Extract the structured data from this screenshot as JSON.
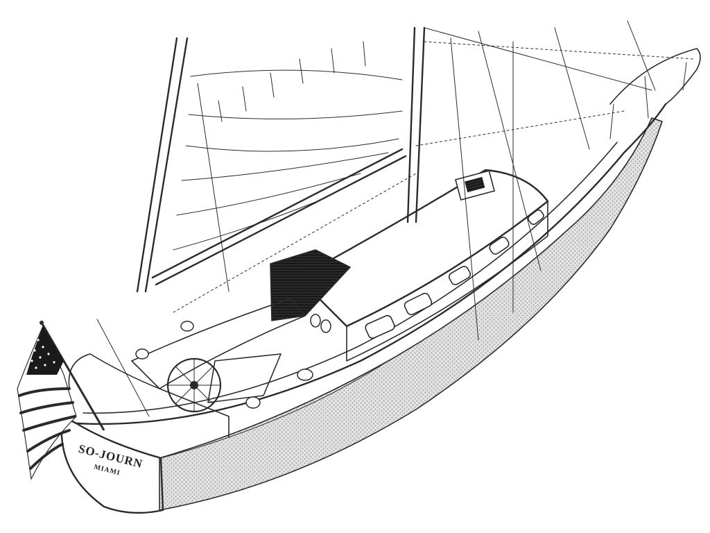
{
  "illustration": {
    "subject": "sailboat cutaway line drawing",
    "boat_name": "SO-JOURN",
    "hailing_port": "MIAMI",
    "colors": {
      "ink": "#2a2a2a",
      "hull_stipple": "#c8c8c8",
      "hatch_dark": "#1a1a1a",
      "background": "#ffffff"
    }
  }
}
